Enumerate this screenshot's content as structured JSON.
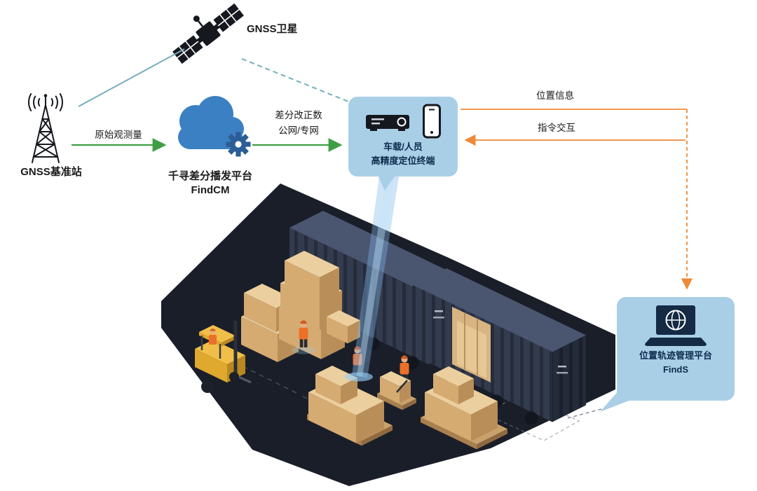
{
  "diagram": {
    "satellite": {
      "label": "GNSS卫星"
    },
    "base_station": {
      "label": "GNSS基准站"
    },
    "cloud_platform": {
      "name": "千寻差分播发平台",
      "product": "FindCM"
    },
    "links": {
      "raw_observation": "原始观测量",
      "diff_correction": "差分改正数",
      "network": "公网/专网",
      "position_info": "位置信息",
      "command_interaction": "指令交互"
    },
    "terminal": {
      "line1": "车载/人员",
      "line2": "高精度定位终端"
    },
    "platform": {
      "name": "位置轨迹管理平台",
      "product": "FindS"
    },
    "colors": {
      "bubble_bg": "#a9cfe7",
      "cloud_blue": "#3b80c2",
      "gear_blue": "#2b5d96",
      "signal_teal": "#76aebc",
      "arrow_green": "#3f9e44",
      "arrow_orange": "#ee8a37",
      "label_dark": "#0e2c4e",
      "floor_dark": "#1a1e29",
      "container_navy": "#333b4e",
      "crate_tan": "#d5ab72"
    },
    "icons": {
      "satellite": "satellite-icon",
      "base_station": "radio-tower-icon",
      "cloud": "cloud-gear-icon",
      "receiver": "receiver-box-icon",
      "phone": "smartphone-icon",
      "laptop": "laptop-globe-icon"
    }
  }
}
